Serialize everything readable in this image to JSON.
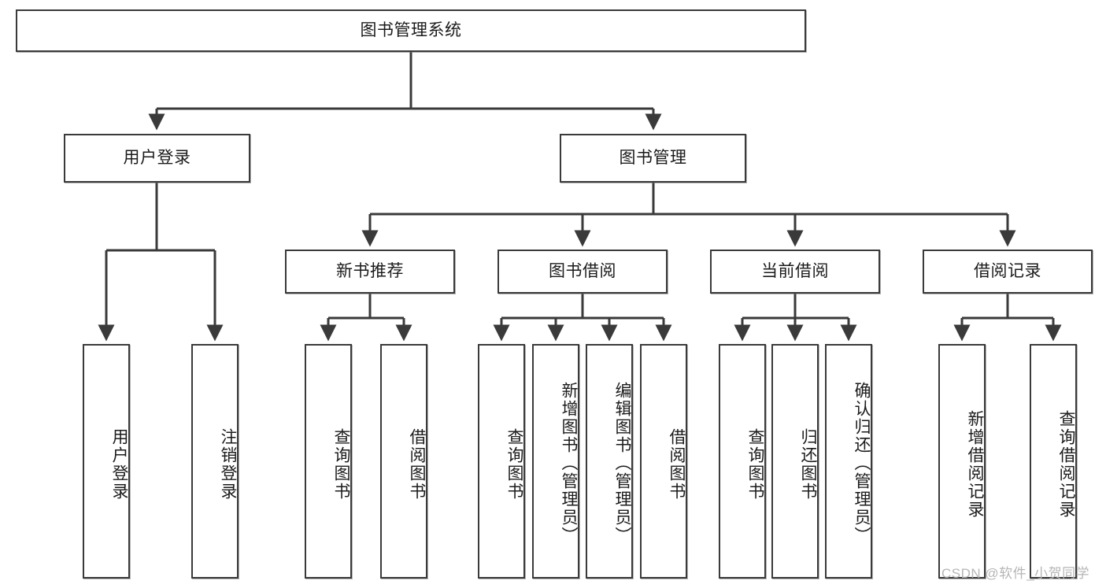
{
  "diagram": {
    "title_node": {
      "label": "图书管理系统"
    },
    "level2": [
      {
        "key": "user_login",
        "label": "用户登录"
      },
      {
        "key": "book_manage",
        "label": "图书管理"
      }
    ],
    "level3": [
      {
        "key": "new_book_rec",
        "label": "新书推荐"
      },
      {
        "key": "book_borrow",
        "label": "图书借阅"
      },
      {
        "key": "current_borrow",
        "label": "当前借阅"
      },
      {
        "key": "borrow_record",
        "label": "借阅记录"
      }
    ],
    "leaves": [
      {
        "key": "leaf_user_login",
        "label": "用户登录"
      },
      {
        "key": "leaf_logout",
        "label": "注销登录"
      },
      {
        "key": "leaf_query_book_1",
        "label": "查询图书"
      },
      {
        "key": "leaf_borrow_book_1",
        "label": "借阅图书"
      },
      {
        "key": "leaf_query_book_2",
        "label": "查询图书"
      },
      {
        "key": "leaf_add_book",
        "label": "新增图书（管理员）"
      },
      {
        "key": "leaf_edit_book",
        "label": "编辑图书（管理员）"
      },
      {
        "key": "leaf_borrow_book_2",
        "label": "借阅图书"
      },
      {
        "key": "leaf_query_book_3",
        "label": "查询图书"
      },
      {
        "key": "leaf_return_book",
        "label": "归还图书"
      },
      {
        "key": "leaf_confirm_return",
        "label": "确认归还（管理员）"
      },
      {
        "key": "leaf_add_record",
        "label": "新增借阅记录"
      },
      {
        "key": "leaf_query_record",
        "label": "查询借阅记录"
      }
    ],
    "watermark": "CSDN @软件_小贺同学",
    "colors": {
      "stroke": "#3a3a3a",
      "fill": "#ffffff",
      "text": "#1b1b1b",
      "watermark": "#b6b6b6"
    }
  }
}
